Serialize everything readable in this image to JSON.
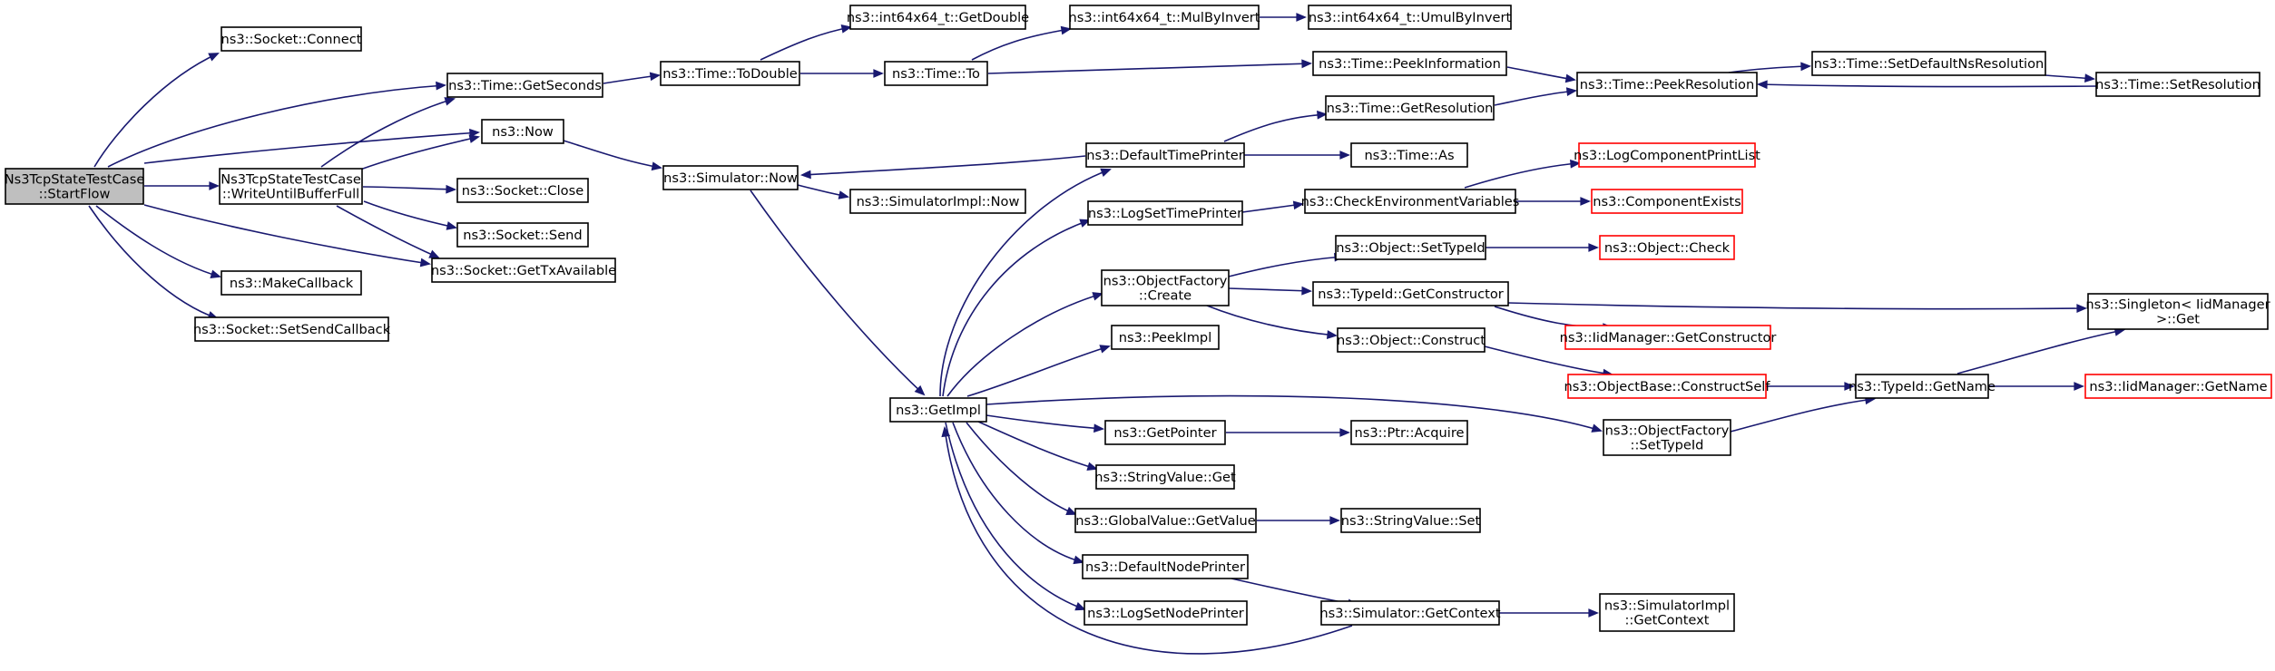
{
  "graph": {
    "nodes": [
      {
        "id": "root",
        "label": [
          "Ns3TcpStateTestCase",
          "::StartFlow"
        ],
        "style": "root"
      },
      {
        "id": "sconnect",
        "label": [
          "ns3::Socket::Connect"
        ]
      },
      {
        "id": "getseconds",
        "label": [
          "ns3::Time::GetSeconds"
        ]
      },
      {
        "id": "now",
        "label": [
          "ns3::Now"
        ]
      },
      {
        "id": "wubf",
        "label": [
          "Ns3TcpStateTestCase",
          "::WriteUntilBufferFull"
        ]
      },
      {
        "id": "sclose",
        "label": [
          "ns3::Socket::Close"
        ]
      },
      {
        "id": "ssend",
        "label": [
          "ns3::Socket::Send"
        ]
      },
      {
        "id": "sgettx",
        "label": [
          "ns3::Socket::GetTxAvailable"
        ]
      },
      {
        "id": "makecb",
        "label": [
          "ns3::MakeCallback"
        ]
      },
      {
        "id": "setsendcb",
        "label": [
          "ns3::Socket::SetSendCallback"
        ]
      },
      {
        "id": "todouble",
        "label": [
          "ns3::Time::ToDouble"
        ]
      },
      {
        "id": "simnow",
        "label": [
          "ns3::Simulator::Now"
        ]
      },
      {
        "id": "getdouble",
        "label": [
          "ns3::int64x64_t::GetDouble"
        ]
      },
      {
        "id": "timeto",
        "label": [
          "ns3::Time::To"
        ]
      },
      {
        "id": "mulbyinv",
        "label": [
          "ns3::int64x64_t::MulByInvert"
        ]
      },
      {
        "id": "umulbyinv",
        "label": [
          "ns3::int64x64_t::UmulByInvert"
        ]
      },
      {
        "id": "peekinfo",
        "label": [
          "ns3::Time::PeekInformation"
        ]
      },
      {
        "id": "peekres",
        "label": [
          "ns3::Time::PeekResolution"
        ]
      },
      {
        "id": "setdefns",
        "label": [
          "ns3::Time::SetDefaultNsResolution"
        ]
      },
      {
        "id": "setres",
        "label": [
          "ns3::Time::SetResolution"
        ]
      },
      {
        "id": "getres",
        "label": [
          "ns3::Time::GetResolution"
        ]
      },
      {
        "id": "deftp",
        "label": [
          "ns3::DefaultTimePrinter"
        ]
      },
      {
        "id": "timeas",
        "label": [
          "ns3::Time::As"
        ]
      },
      {
        "id": "simimplnow",
        "label": [
          "ns3::SimulatorImpl::Now"
        ]
      },
      {
        "id": "logcpl",
        "label": [
          "ns3::LogComponentPrintList"
        ],
        "style": "red"
      },
      {
        "id": "logstp",
        "label": [
          "ns3::LogSetTimePrinter"
        ]
      },
      {
        "id": "checkenv",
        "label": [
          "ns3::CheckEnvironmentVariables"
        ]
      },
      {
        "id": "compexists",
        "label": [
          "ns3::ComponentExists"
        ],
        "style": "red"
      },
      {
        "id": "objsettid",
        "label": [
          "ns3::Object::SetTypeId"
        ]
      },
      {
        "id": "objcheck",
        "label": [
          "ns3::Object::Check"
        ],
        "style": "red"
      },
      {
        "id": "ofcreate",
        "label": [
          "ns3::ObjectFactory",
          "::Create"
        ]
      },
      {
        "id": "tidgetctor",
        "label": [
          "ns3::TypeId::GetConstructor"
        ]
      },
      {
        "id": "singleton",
        "label": [
          "ns3::Singleton< IidManager",
          " >::Get"
        ]
      },
      {
        "id": "iidgetctor",
        "label": [
          "ns3::IidManager::GetConstructor"
        ],
        "style": "red"
      },
      {
        "id": "peekimpl",
        "label": [
          "ns3::PeekImpl"
        ]
      },
      {
        "id": "objconstruct",
        "label": [
          "ns3::Object::Construct"
        ]
      },
      {
        "id": "obconstructself",
        "label": [
          "ns3::ObjectBase::ConstructSelf"
        ],
        "style": "red"
      },
      {
        "id": "getimpl",
        "label": [
          "ns3::GetImpl"
        ]
      },
      {
        "id": "tidgetname",
        "label": [
          "ns3::TypeId::GetName"
        ]
      },
      {
        "id": "iidgetname",
        "label": [
          "ns3::IidManager::GetName"
        ],
        "style": "red"
      },
      {
        "id": "getpointer",
        "label": [
          "ns3::GetPointer"
        ]
      },
      {
        "id": "ptracquire",
        "label": [
          "ns3::Ptr::Acquire"
        ]
      },
      {
        "id": "ofsettid",
        "label": [
          "ns3::ObjectFactory",
          "::SetTypeId"
        ]
      },
      {
        "id": "strvget",
        "label": [
          "ns3::StringValue::Get"
        ]
      },
      {
        "id": "gvgetvalue",
        "label": [
          "ns3::GlobalValue::GetValue"
        ]
      },
      {
        "id": "strvset",
        "label": [
          "ns3::StringValue::Set"
        ]
      },
      {
        "id": "defnp",
        "label": [
          "ns3::DefaultNodePrinter"
        ]
      },
      {
        "id": "logsnp",
        "label": [
          "ns3::LogSetNodePrinter"
        ]
      },
      {
        "id": "simgetctx",
        "label": [
          "ns3::Simulator::GetContext"
        ]
      },
      {
        "id": "simimplgetctx",
        "label": [
          "ns3::SimulatorImpl",
          "::GetContext"
        ]
      }
    ]
  }
}
